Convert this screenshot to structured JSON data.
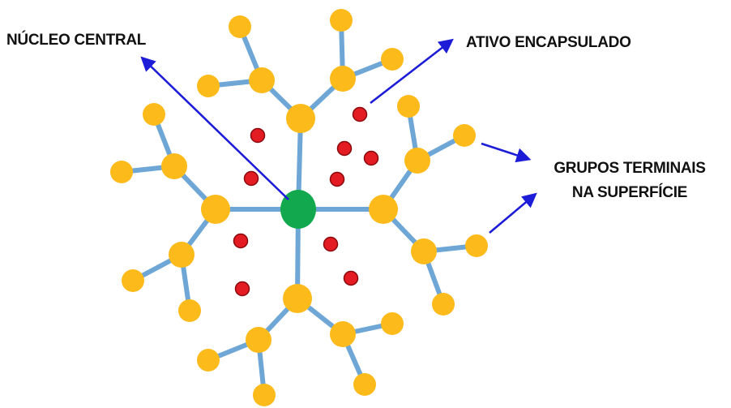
{
  "labels": {
    "core": "NÚCLEO CENTRAL",
    "encapsulated": "ATIVO ENCAPSULADO",
    "terminal_line1": "GRUPOS TERMINAIS",
    "terminal_line2": "NA SUPERFÍCIE"
  },
  "colors": {
    "branch": "#6ea6d6",
    "node": "#fdbb1b",
    "core": "#12a84e",
    "active": "#e31b23",
    "active_stroke": "#8a0a0e",
    "arrow": "#1d1dd8",
    "text": "#111111"
  }
}
